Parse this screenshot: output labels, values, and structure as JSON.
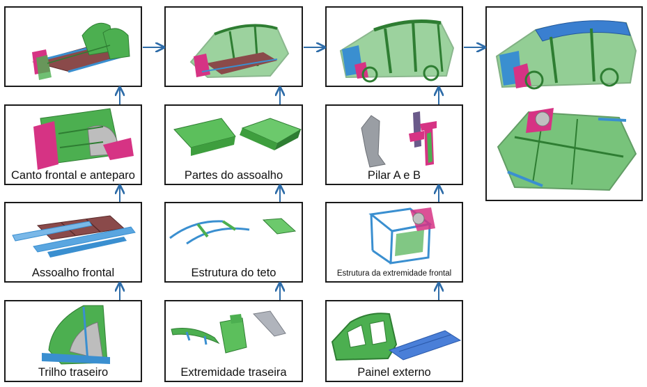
{
  "colors": {
    "arrow": "#2e6ca8",
    "border": "#1a1a1a",
    "green": "#4caf50",
    "green_dark": "#2e7d32",
    "pink": "#d63384",
    "blue": "#3a8fd0",
    "blue_light": "#7ab8e8",
    "maroon": "#7a3a3a",
    "grey": "#9a9ea4"
  },
  "stages": {
    "s1": {
      "label": ""
    },
    "s2": {
      "label": ""
    },
    "s3": {
      "label": ""
    },
    "s4": {
      "label": ""
    }
  },
  "components": {
    "canto_frontal": {
      "label": "Canto frontal e anteparo",
      "icon": "wheelhouse-assembly-icon"
    },
    "assoalho_frontal": {
      "label": "Assoalho frontal",
      "icon": "front-floor-icon"
    },
    "trilho_traseiro": {
      "label": "Trilho traseiro",
      "icon": "rear-rail-icon"
    },
    "partes_assoalho": {
      "label": "Partes do assoalho",
      "icon": "floor-panels-icon"
    },
    "estrutura_teto": {
      "label": "Estrutura do teto",
      "icon": "roof-frame-icon"
    },
    "extremidade_traseira": {
      "label": "Extremidade traseira",
      "icon": "rear-end-parts-icon"
    },
    "pilar_ab": {
      "label": "Pilar A e B",
      "icon": "pillars-icon"
    },
    "estrutura_frontal": {
      "label": "Estrutura da extremidade frontal",
      "icon": "front-end-frame-icon"
    },
    "painel_externo": {
      "label": "Painel externo",
      "icon": "outer-panel-icon"
    }
  }
}
